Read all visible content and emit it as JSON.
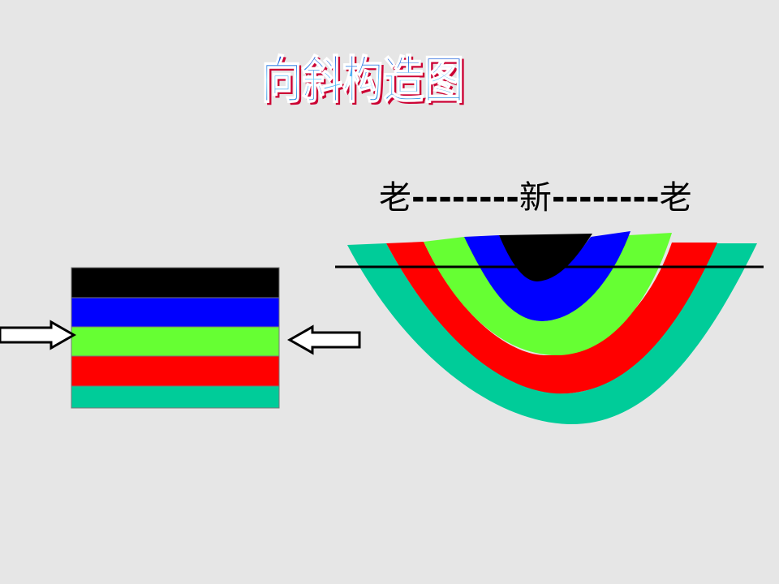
{
  "title": "向斜构造图",
  "age_label": {
    "left": "老",
    "dash_left": "--------",
    "center": "新",
    "dash_right": "--------",
    "right": "老"
  },
  "colors": {
    "background": "#e6e6e6",
    "layer_top": "#000000",
    "layer_2": "#0000ff",
    "layer_3": "#66ff33",
    "layer_4": "#ff0000",
    "layer_5": "#00cc99",
    "title_fill": "#3399ff",
    "title_shadow": "#cc0033"
  },
  "layers": [
    "black",
    "blue",
    "green",
    "red",
    "teal"
  ],
  "icons": [
    "right-arrow-icon",
    "left-arrow-icon"
  ]
}
